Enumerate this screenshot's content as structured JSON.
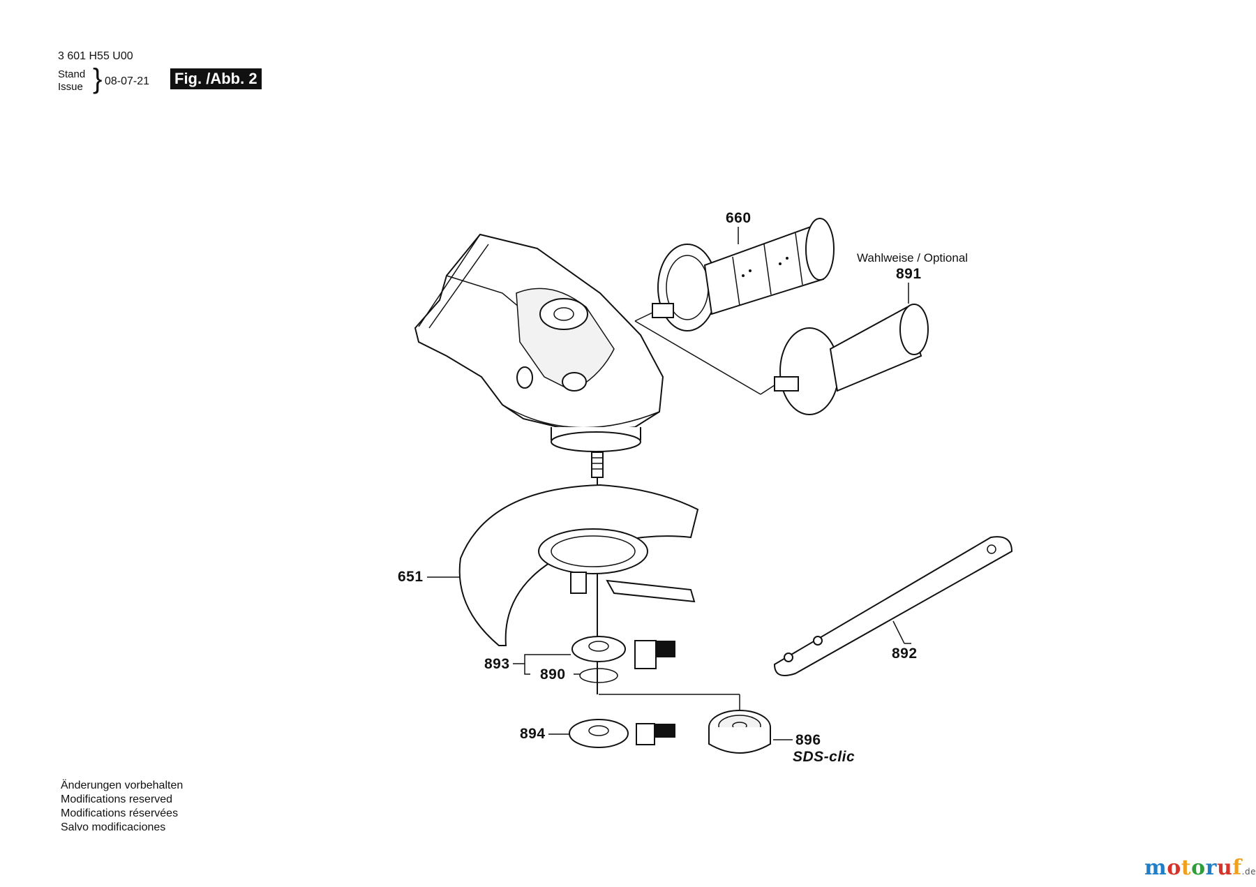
{
  "header": {
    "part_number": "3 601 H55 U00",
    "stand_label": "Stand",
    "issue_label": "Issue",
    "date": "08-07-21",
    "figure_label": "Fig. /Abb. 2"
  },
  "callouts": {
    "c660": "660",
    "c891": "891",
    "optional": "Wahlweise / Optional",
    "c651": "651",
    "c892": "892",
    "c893": "893",
    "c890": "890",
    "c894": "894",
    "c896": "896",
    "sds": "SDS-clic"
  },
  "notes": [
    "Änderungen vorbehalten",
    "Modifications reserved",
    "Modifications réservées",
    "Salvo modificaciones"
  ],
  "logo": {
    "main": "motoruf",
    "suffix": ".de",
    "colors": [
      "#1e7fc8",
      "#d8332b",
      "#f0a020",
      "#2e9d3a"
    ]
  }
}
